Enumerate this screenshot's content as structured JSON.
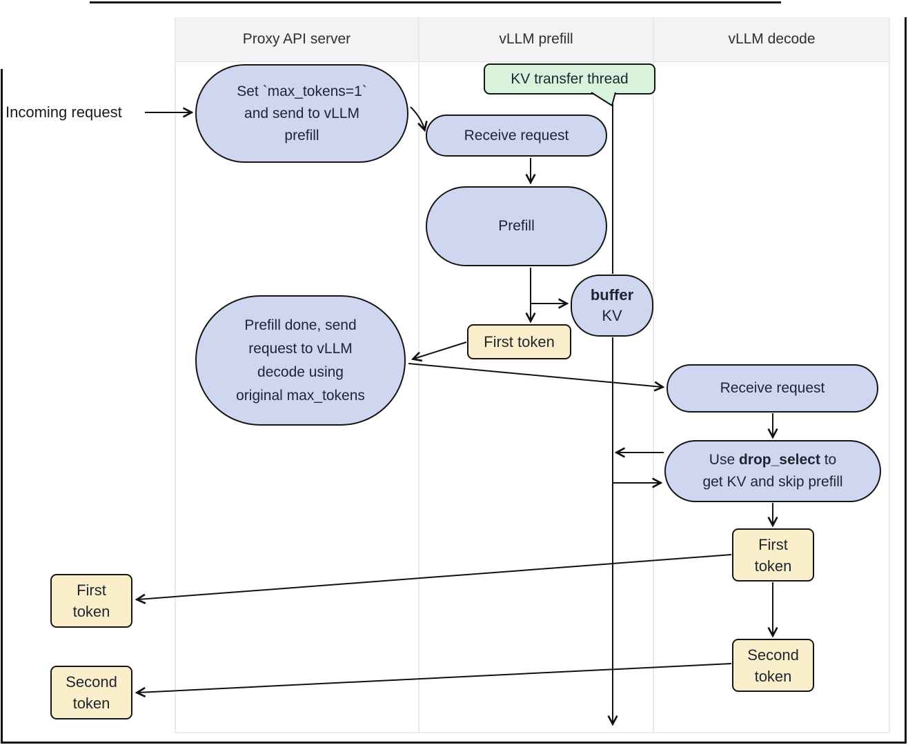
{
  "lanes": [
    {
      "label": "Proxy API server"
    },
    {
      "label": "vLLM prefill"
    },
    {
      "label": "vLLM decode"
    }
  ],
  "labels": {
    "incoming_request": "Incoming request"
  },
  "nodes": {
    "set_max_tokens": {
      "lines": [
        "Set `max_tokens=1`",
        "and send to vLLM",
        "prefill"
      ]
    },
    "kv_transfer_thread": {
      "label": "KV transfer thread"
    },
    "receive_request_prefill": {
      "label": "Receive request"
    },
    "prefill": {
      "label": "Prefill"
    },
    "buffer_kv": {
      "bold": "buffer",
      "rest": "KV"
    },
    "first_token_prefill": {
      "label": "First token"
    },
    "prefill_done": {
      "lines": [
        "Prefill done, send",
        "request to vLLM",
        "decode using",
        "original max_tokens"
      ]
    },
    "receive_request_decode": {
      "label": "Receive request"
    },
    "drop_select": {
      "pre": "Use ",
      "bold": "drop_select",
      "post": " to",
      "line2": "get KV and skip prefill"
    },
    "first_token_decode": {
      "lines": [
        "First",
        "token"
      ]
    },
    "second_token_decode": {
      "lines": [
        "Second",
        "token"
      ]
    },
    "first_token_client": {
      "lines": [
        "First",
        "token"
      ]
    },
    "second_token_client": {
      "lines": [
        "Second",
        "token"
      ]
    }
  },
  "colors": {
    "process_fill": "#ced6f0",
    "token_fill": "#faeecb",
    "thread_fill": "#d9f2dc",
    "border": "#141414",
    "lane_header_bg": "#f3f3f5",
    "lane_line": "#e9e9ec",
    "arrow": "#111111"
  }
}
